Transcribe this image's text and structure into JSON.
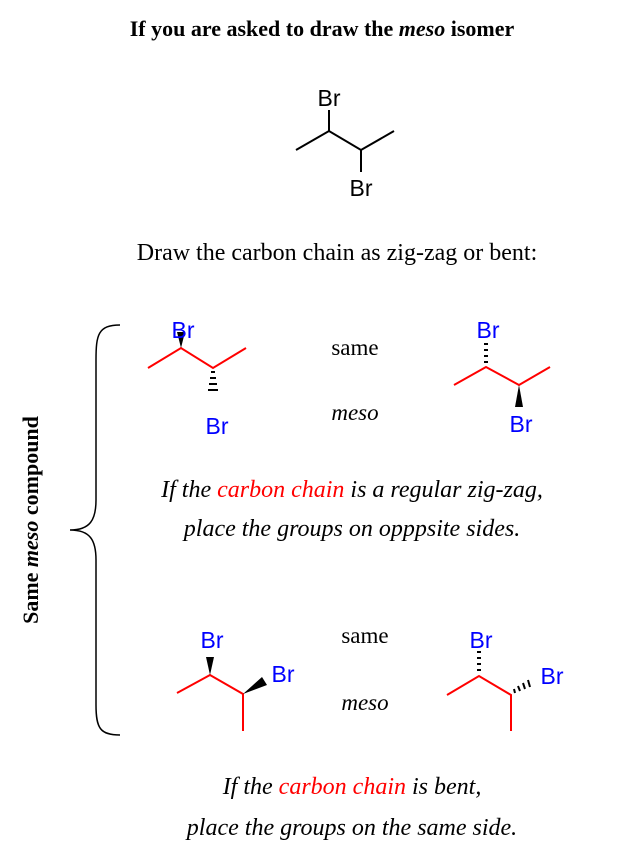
{
  "title": {
    "prefix": "If you are asked to draw the ",
    "italic": "meso",
    "suffix": " isomer"
  },
  "atom_label": "Br",
  "instruction": "Draw the carbon chain as zig-zag or bent:",
  "side_label": {
    "prefix": "Same ",
    "italic": "meso",
    "suffix": " compound"
  },
  "section1": {
    "same": "same",
    "meso": "meso",
    "line1": {
      "prefix": "If the ",
      "highlight": "carbon chain",
      "suffix": " is a regular zig-zag,"
    },
    "line2": "place the groups on opppsite sides."
  },
  "section2": {
    "same": "same",
    "meso": "meso",
    "line1": {
      "prefix": "If the ",
      "highlight": "carbon chain",
      "suffix": " is bent,"
    },
    "line2": "place the groups on the same side."
  },
  "colors": {
    "chain": "#ff0000",
    "atom": "#0000ff",
    "text": "#000000"
  }
}
